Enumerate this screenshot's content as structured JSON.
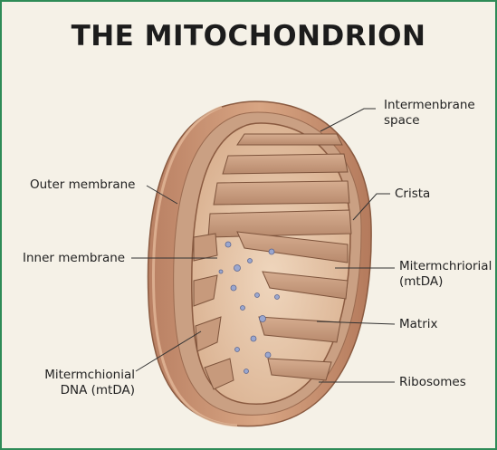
{
  "title": "THE MITOCHONDRION",
  "labels": {
    "intermembrane_space_1": "Intermenbrane",
    "intermembrane_space_2": "space",
    "outer_membrane": "Outer membrane",
    "crista": "Crista",
    "inner_membrane": "Inner membrane",
    "mitermchriorial_1": "Mitermchriorial",
    "mitermchriorial_2": "(mtDA)",
    "matrix": "Matrix",
    "mitermchionial_dna_1": "Mitermchionial",
    "mitermchionial_dna_2": "DNA (mtDA)",
    "ribosomes": "Ribosomes"
  },
  "colors": {
    "frame_border": "#2e8b57",
    "background": "#f5f1e7",
    "outer_membrane": "#c48d6c",
    "inner_cavity": "#e7c7a8",
    "crista": "#c69a7d",
    "matrix_granule": "#8f9cc7"
  }
}
